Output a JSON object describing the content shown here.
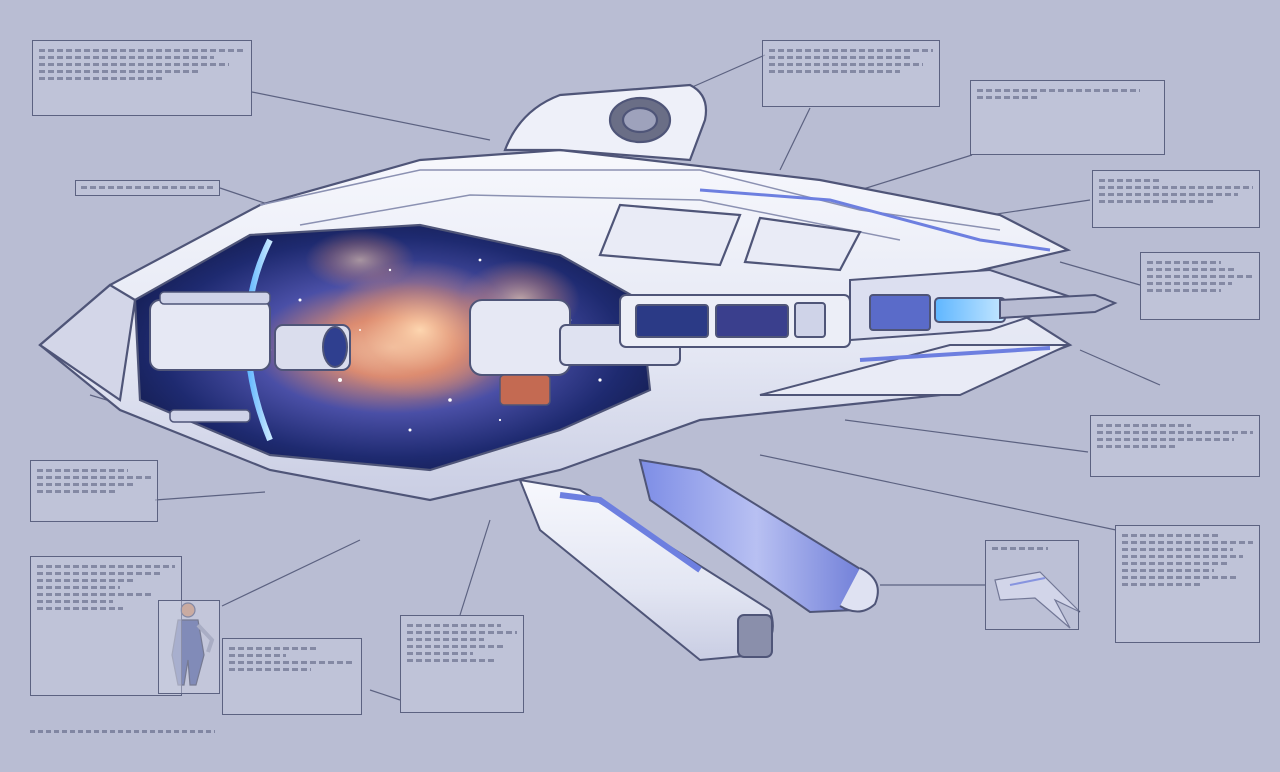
{
  "diagram": {
    "subject": "starship-cutaway",
    "colors": {
      "background": "#b9bdd3",
      "hull": "#eceef7",
      "hull_shade": "#c6cae0",
      "outline": "#4f5578",
      "accent_blue": "#6d7fe0",
      "nebula_deep": "#1b2a6b",
      "nebula_glow": "#f2b183",
      "leader_line": "#5c6281"
    },
    "footer_text": "",
    "callouts": [
      {
        "id": "top-left-panel",
        "title": "",
        "lines": [
          "",
          "",
          "",
          "",
          ""
        ]
      },
      {
        "id": "top-center-panel",
        "title": "",
        "lines": [
          "",
          "",
          "",
          "",
          ""
        ]
      },
      {
        "id": "top-right-panel",
        "title": "",
        "lines": [
          "",
          ""
        ]
      },
      {
        "id": "left-label",
        "title": "",
        "lines": []
      },
      {
        "id": "right-upper-panel",
        "title": "",
        "lines": [
          "",
          "",
          ""
        ]
      },
      {
        "id": "right-mid-panel",
        "title": "",
        "lines": [
          "",
          "",
          ""
        ]
      },
      {
        "id": "right-lower-panel",
        "title": "",
        "lines": [
          "",
          "",
          ""
        ]
      },
      {
        "id": "left-mid-panel",
        "title": "",
        "lines": [
          "",
          "",
          ""
        ]
      },
      {
        "id": "bottom-left-panel",
        "title": "",
        "lines": [
          "",
          "",
          "",
          "",
          "",
          "",
          ""
        ]
      },
      {
        "id": "bottom-center-left-panel",
        "title": "",
        "lines": [
          "",
          "",
          "",
          ""
        ]
      },
      {
        "id": "bottom-center-panel",
        "title": "",
        "lines": [
          "",
          "",
          "",
          "",
          "",
          "",
          ""
        ]
      },
      {
        "id": "bottom-right-small-panel",
        "title": "",
        "lines": []
      },
      {
        "id": "bottom-right-panel",
        "title": "",
        "lines": [
          "",
          "",
          "",
          "",
          "",
          "",
          "",
          ""
        ]
      }
    ]
  }
}
